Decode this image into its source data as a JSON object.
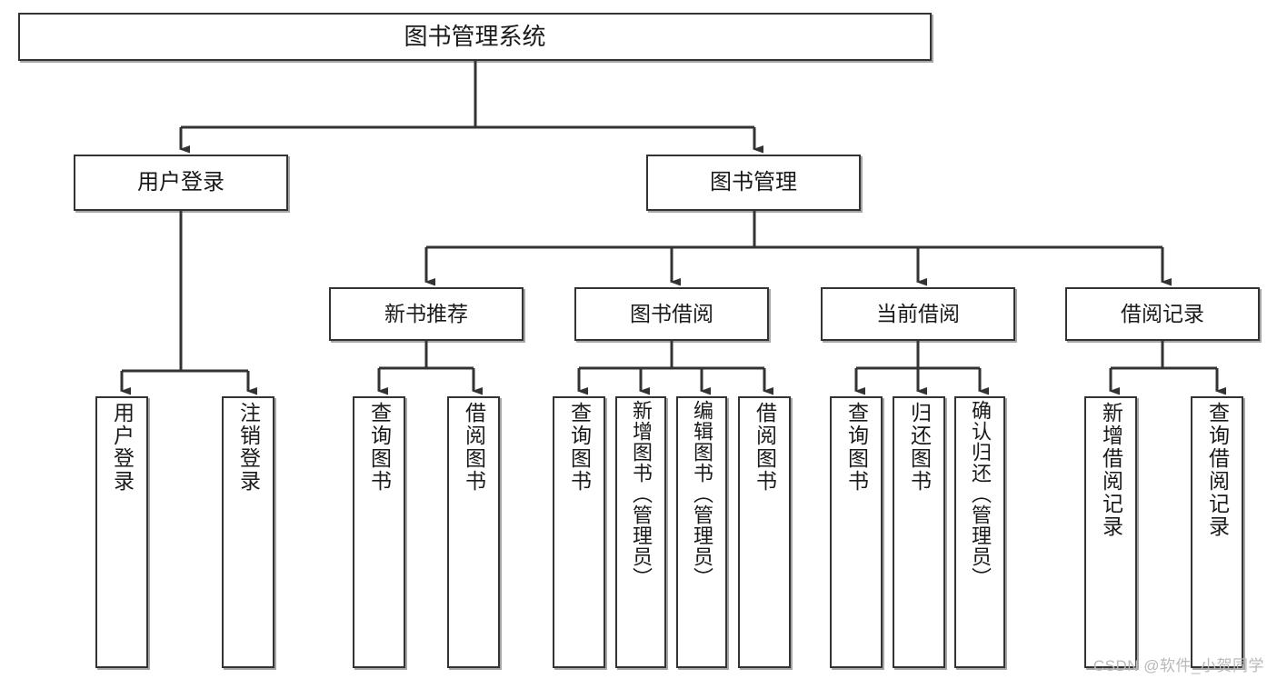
{
  "diagram": {
    "type": "tree",
    "title": "图书管理系统",
    "watermark": "CSDN @软件_小贺同学",
    "colors": {
      "box_border": "#333333",
      "box_fill": "#ffffff",
      "connector": "#333333",
      "text": "#1a1a1a",
      "watermark": "#b9b9b9"
    },
    "nodes": {
      "root": {
        "label": "图书管理系统"
      },
      "level2": [
        {
          "id": "user-login",
          "label": "用户登录"
        },
        {
          "id": "book-management",
          "label": "图书管理"
        }
      ],
      "level3": [
        {
          "id": "new-book-recommend",
          "label": "新书推荐"
        },
        {
          "id": "book-borrow",
          "label": "图书借阅"
        },
        {
          "id": "current-borrow",
          "label": "当前借阅"
        },
        {
          "id": "borrow-record",
          "label": "借阅记录"
        }
      ],
      "leaves": [
        {
          "id": "leaf-user-login",
          "label": "用户登录",
          "parent": "user-login"
        },
        {
          "id": "leaf-logout",
          "label": "注销登录",
          "parent": "user-login"
        },
        {
          "id": "leaf-query-book-1",
          "label": "查询图书",
          "parent": "new-book-recommend"
        },
        {
          "id": "leaf-borrow-book-1",
          "label": "借阅图书",
          "parent": "new-book-recommend"
        },
        {
          "id": "leaf-query-book-2",
          "label": "查询图书",
          "parent": "book-borrow"
        },
        {
          "id": "leaf-add-book",
          "label": "新增图书（管理员）",
          "parent": "book-borrow"
        },
        {
          "id": "leaf-edit-book",
          "label": "编辑图书（管理员）",
          "parent": "book-borrow"
        },
        {
          "id": "leaf-borrow-book-2",
          "label": "借阅图书",
          "parent": "book-borrow"
        },
        {
          "id": "leaf-query-book-3",
          "label": "查询图书",
          "parent": "current-borrow"
        },
        {
          "id": "leaf-return-book",
          "label": "归还图书",
          "parent": "current-borrow"
        },
        {
          "id": "leaf-confirm-return",
          "label": "确认归还（管理员）",
          "parent": "current-borrow"
        },
        {
          "id": "leaf-add-record",
          "label": "新增借阅记录",
          "parent": "borrow-record"
        },
        {
          "id": "leaf-query-record",
          "label": "查询借阅记录",
          "parent": "borrow-record"
        }
      ]
    }
  }
}
